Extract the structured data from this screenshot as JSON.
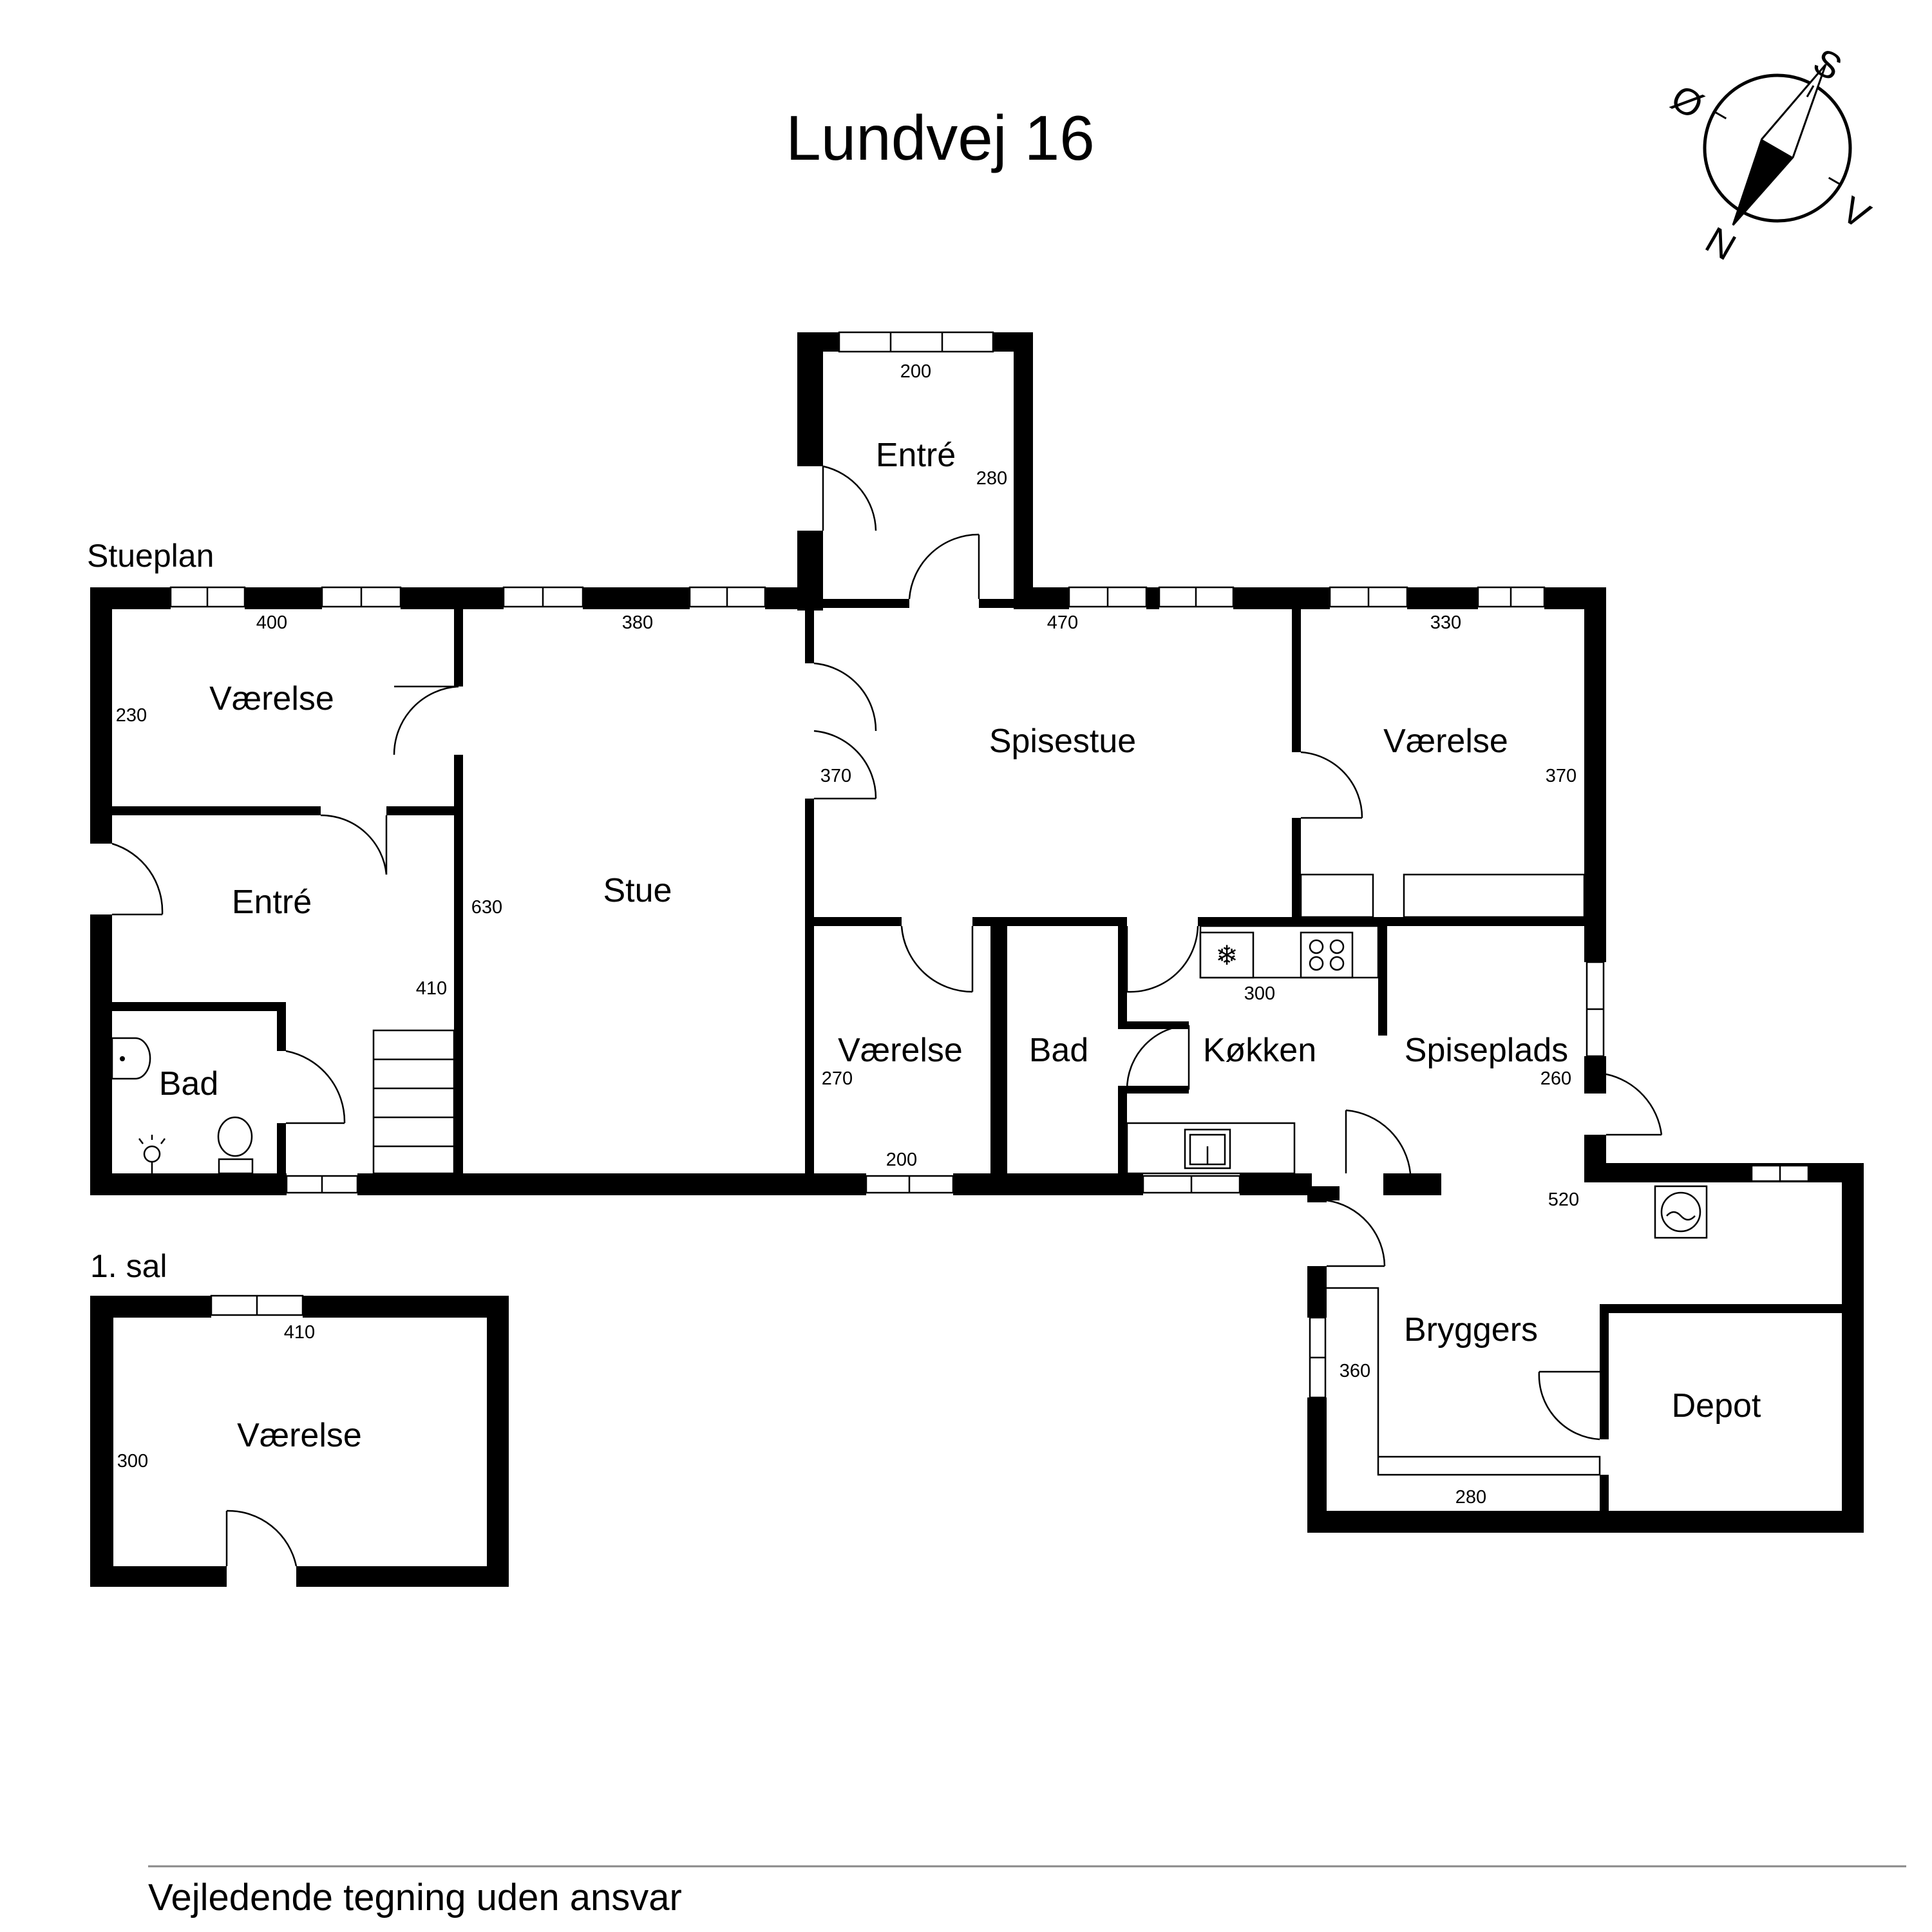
{
  "title": "Lundvej 16",
  "footer": "Vejledende tegning uden ansvar",
  "compass": {
    "labels": {
      "north": "N",
      "south": "S",
      "east": "Ø",
      "west": "V"
    }
  },
  "floors": {
    "ground": {
      "label": "Stueplan",
      "rooms": {
        "entre_top": "Entré",
        "vaerelse_nw": "Værelse",
        "entre_left": "Entré",
        "bad_left": "Bad",
        "stue": "Stue",
        "spisestue": "Spisestue",
        "vaerelse_ne": "Værelse",
        "vaerelse_mid": "Værelse",
        "bad_mid": "Bad",
        "koekken": "Køkken",
        "spiseplads": "Spiseplads",
        "bryggers": "Bryggers",
        "depot": "Depot"
      },
      "dimensions": {
        "entre_top_width": "200",
        "entre_top_depth": "280",
        "vaerelse_nw_width": "400",
        "stue_width": "380",
        "spisestue_width": "470",
        "vaerelse_ne_width": "330",
        "vaerelse_nw_depth": "230",
        "spisestue_depth": "370",
        "vaerelse_ne_depth": "370",
        "stue_depth": "630",
        "entre_left_depth": "410",
        "koekken_width": "300",
        "vaerelse_mid_depth": "270",
        "vaerelse_mid_width": "200",
        "spiseplads_depth": "260",
        "bryggers_width_top": "520",
        "bryggers_depth": "360",
        "bryggers_width_bottom": "280"
      }
    },
    "first": {
      "label": "1. sal",
      "rooms": {
        "vaerelse": "Værelse"
      },
      "dimensions": {
        "width": "410",
        "depth": "300"
      }
    }
  },
  "icons": [
    "compass-icon",
    "sink-icon",
    "toilet-icon",
    "shower-icon",
    "freezer-icon",
    "stove-icon",
    "kitchen-sink-icon",
    "washing-machine-icon",
    "staircase-icon"
  ]
}
